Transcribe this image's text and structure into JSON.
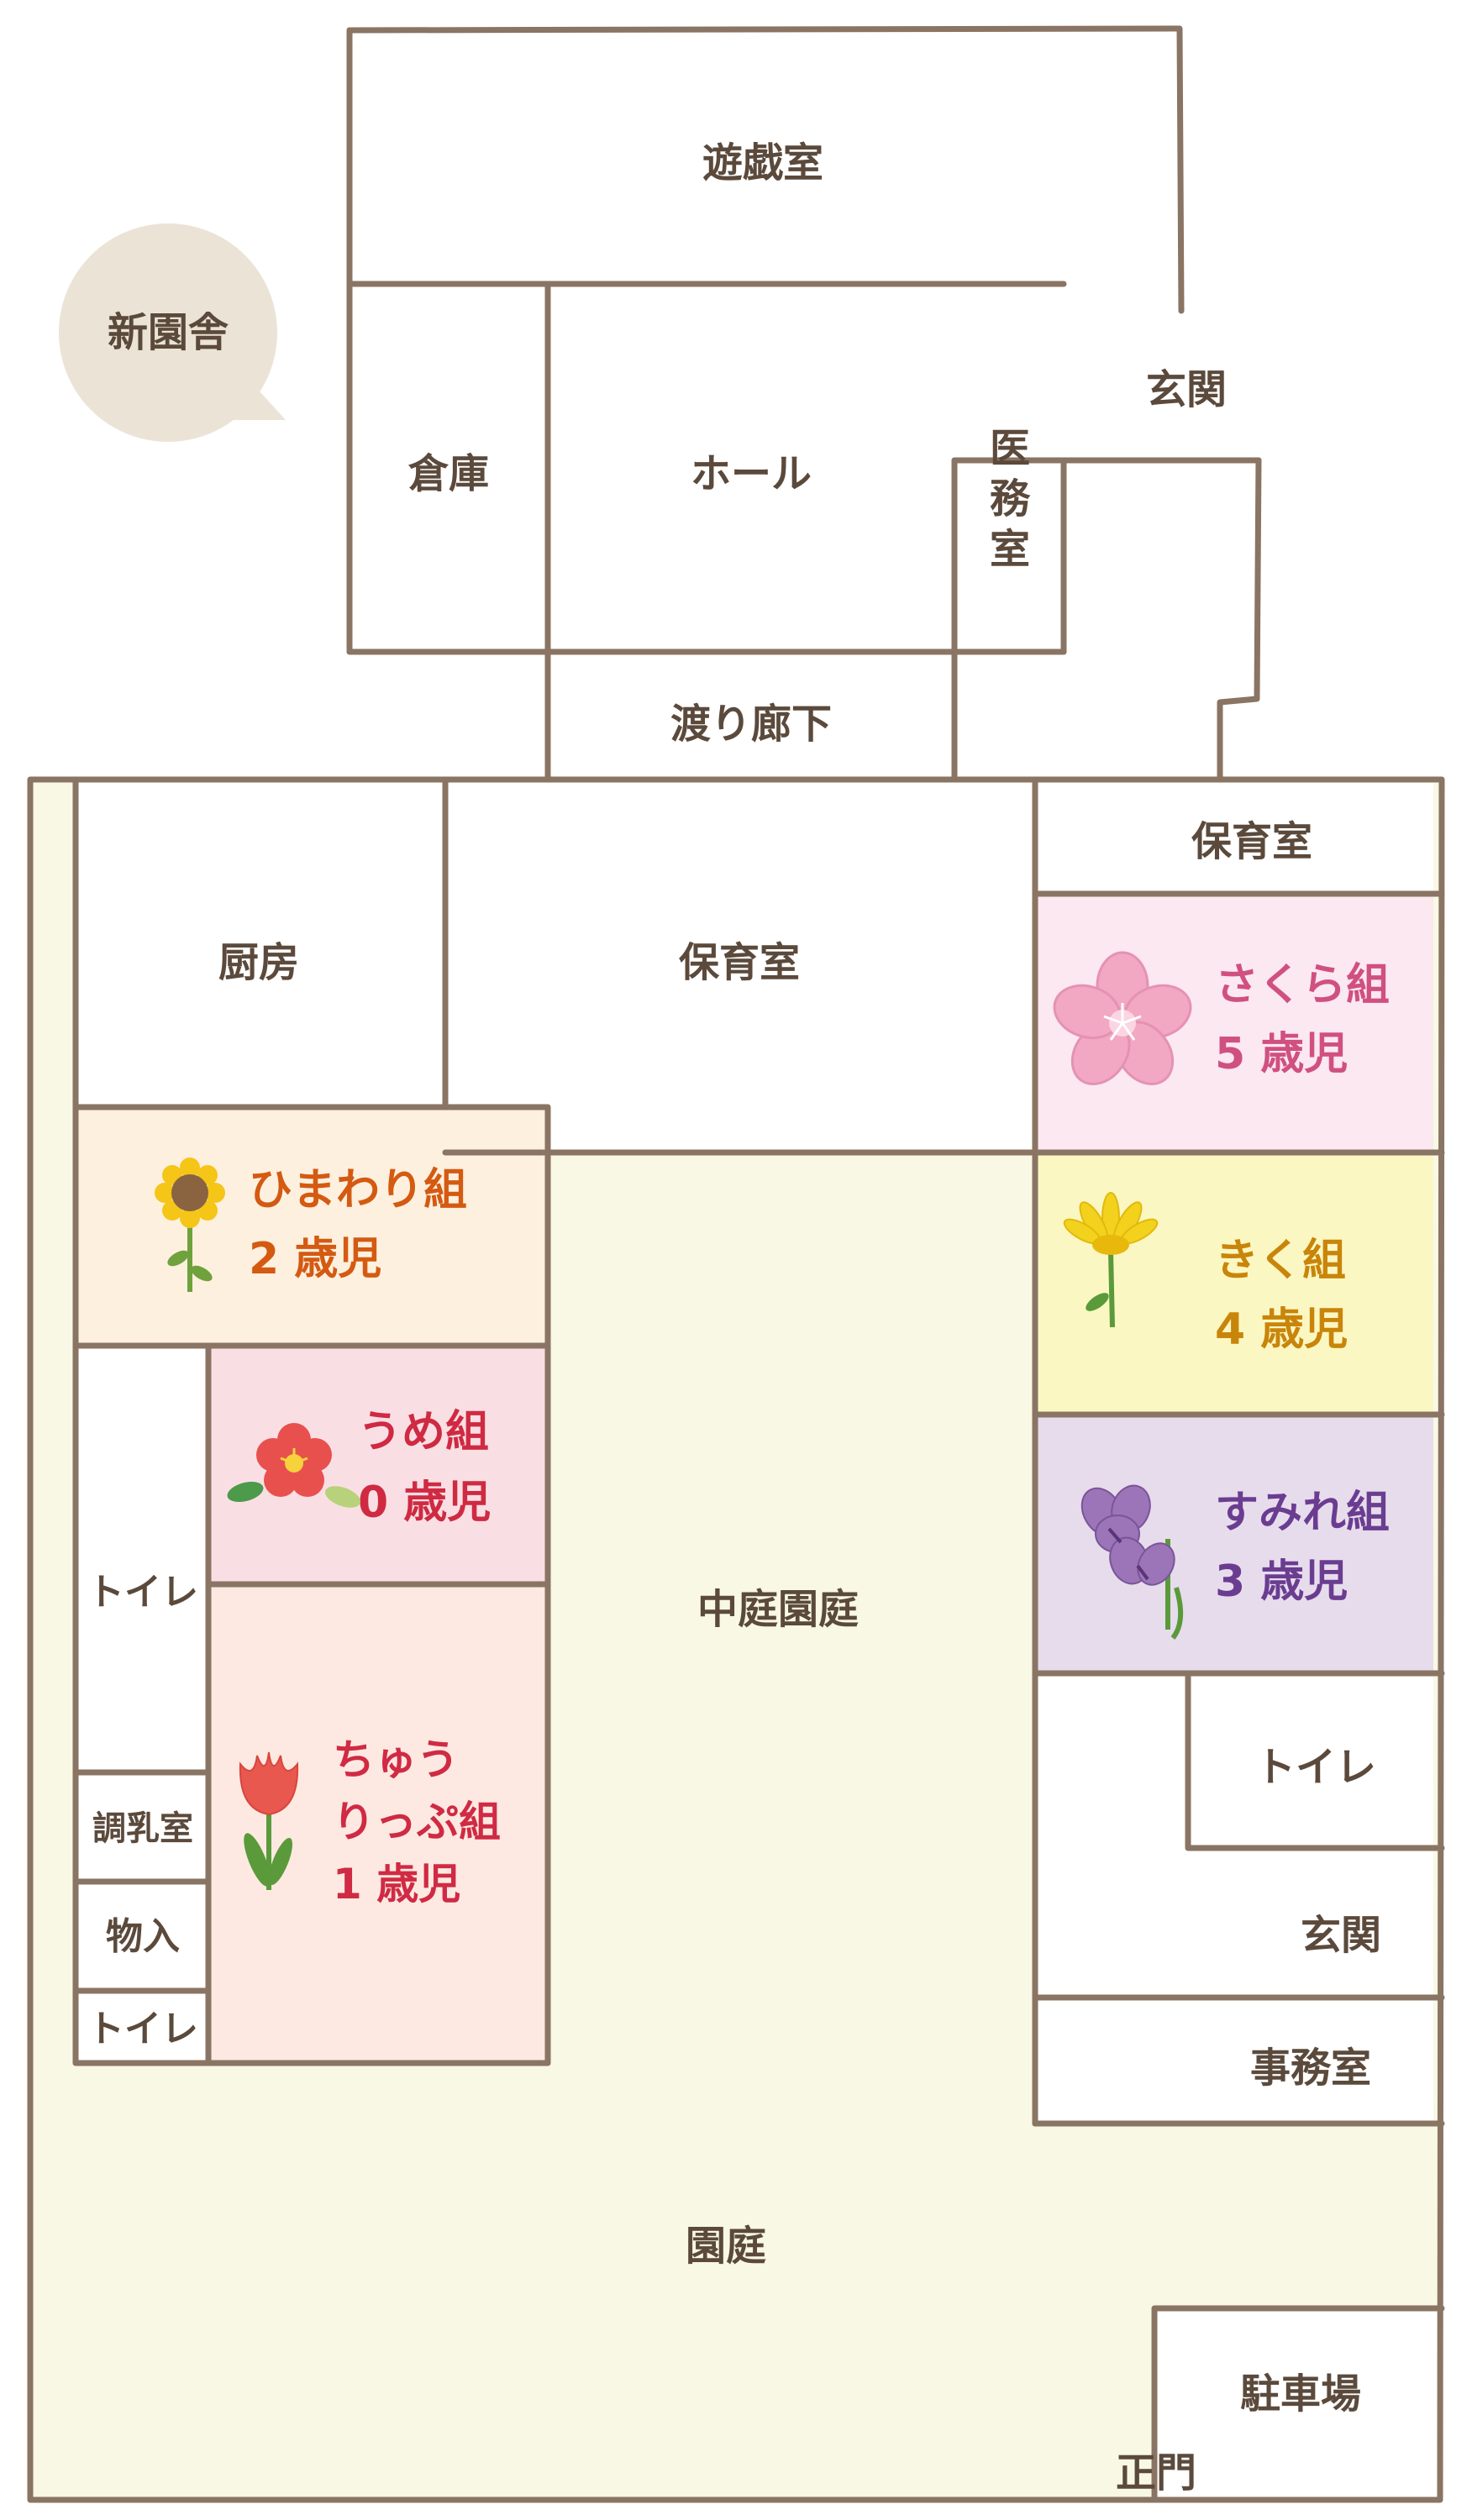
{
  "badge": {
    "label": "新園舎"
  },
  "new_building": {
    "playroom": "遊戯室",
    "storage": "倉庫",
    "hall": "ホール",
    "medical_room": "医務室",
    "entrance": "玄関",
    "corridor": "渡り廊下"
  },
  "main_building": {
    "kitchen": "厨房",
    "nursery_center": "保育室",
    "nursery_right": "保育室",
    "courtyard": "中庭園庭",
    "toilet_left": "トイレ",
    "milk_room": "調乳室",
    "storage_small": "物入",
    "toilet_small": "トイレ",
    "toilet_right": "トイレ",
    "entrance_right": "玄関",
    "office": "事務室",
    "garden": "園庭",
    "parking": "駐車場",
    "main_gate": "正門"
  },
  "classes": {
    "sakura": {
      "name": "さくら組",
      "age": "5 歳児",
      "icon": "sakura-flower-icon",
      "color": "#d0507f",
      "bg": "#fbe8f0"
    },
    "himawari": {
      "name": "ひまわり組",
      "age": "2 歳児",
      "icon": "sunflower-icon",
      "color": "#d45a12",
      "bg": "#fdf0df"
    },
    "kiku": {
      "name": "きく組",
      "age": "4 歳児",
      "icon": "chrysanthemum-icon",
      "color": "#c9850a",
      "bg": "#fbf7c2"
    },
    "ume": {
      "name": "うめ組",
      "age": "0 歳児",
      "icon": "plum-flower-icon",
      "color": "#cf2a42",
      "bg": "#f9dfe4"
    },
    "sumire": {
      "name": "すみれ組",
      "age": "3 歳児",
      "icon": "violet-flower-icon",
      "color": "#6a3d91",
      "bg": "#e7dcec"
    },
    "tulip": {
      "name_line1": "ちゅう",
      "name_line2": "りっぷ組",
      "age": "1 歳児",
      "icon": "tulip-icon",
      "color": "#d02a44",
      "bg": "#fde9e1"
    }
  },
  "colors": {
    "wall": "#8a7463",
    "text": "#5b4a3c",
    "yard": "#f8f8e4",
    "badge": "#ebe4d6"
  }
}
